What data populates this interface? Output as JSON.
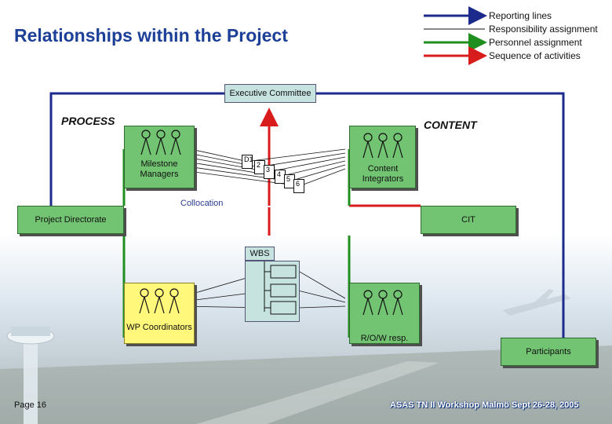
{
  "slide": {
    "title": "Relationships within the Project",
    "legend": [
      {
        "label": "Reporting lines",
        "color": "#1c2a8c"
      },
      {
        "label": "Responsibility assignment",
        "color": "#111111"
      },
      {
        "label": "Personnel assignment",
        "color": "#1f8f1f"
      },
      {
        "label": "Sequence of activities",
        "color": "#d81c1c"
      }
    ],
    "executive_committee": "Executive Committee",
    "process_label": "PROCESS",
    "content_label": "CONTENT",
    "milestone_managers": "Milestone Managers",
    "content_integrators": "Content Integrators",
    "deliverables": [
      "D1",
      "2",
      "3",
      "4",
      "5",
      "6"
    ],
    "collocation": "Collocation",
    "project_directorate": "Project Directorate",
    "cit": "CIT",
    "wbs": "WBS",
    "wp_coordinators": "WP Coordinators",
    "row_resp": "R/O/W resp.",
    "participants": "Participants",
    "page": "Page 16",
    "footer": "ASAS TN II Workshop Malmö Sept 26-28, 2005"
  }
}
